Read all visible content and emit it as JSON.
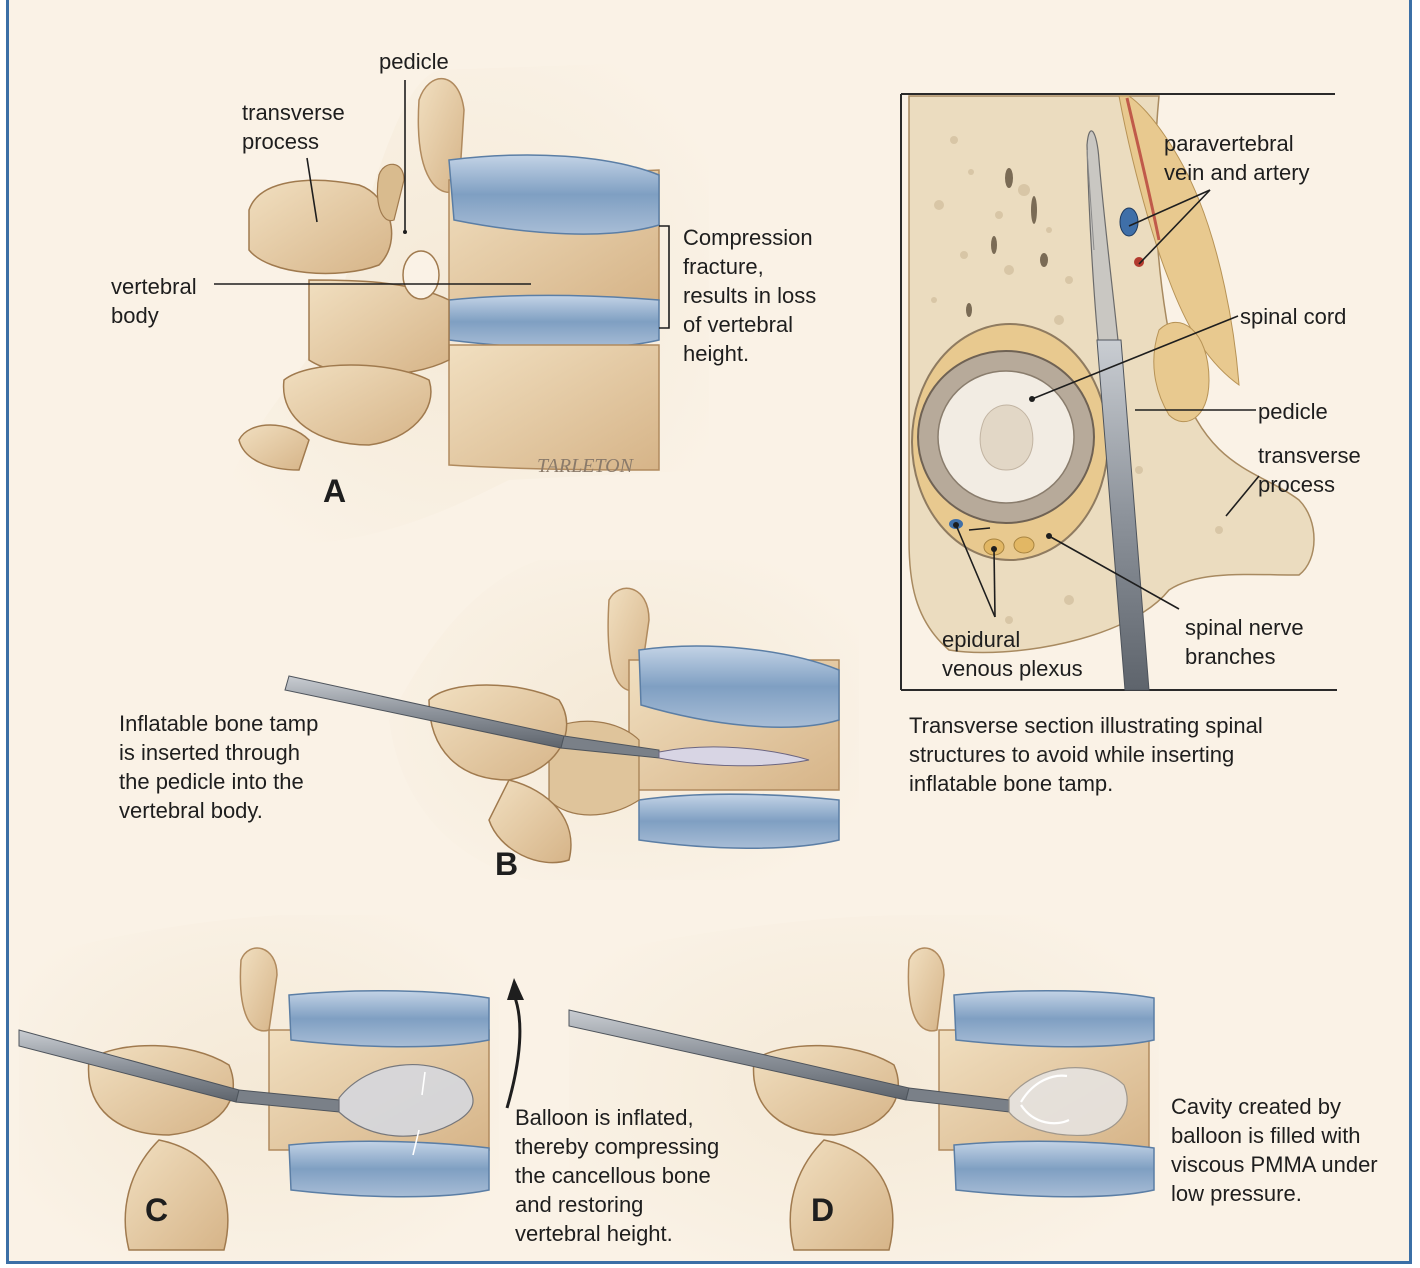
{
  "panels": {
    "a": {
      "letter": "A",
      "labels": {
        "pedicle": "pedicle",
        "transverse_process": "transverse\nprocess",
        "vertebral_body": "vertebral\nbody",
        "compression_fracture": "Compression\nfracture,\nresults in loss\nof vertebral\nheight."
      },
      "signature": "TARLETON"
    },
    "b": {
      "letter": "B",
      "caption": "Inflatable bone tamp\nis inserted through\nthe pedicle into the\nvertebral body."
    },
    "c": {
      "letter": "C",
      "caption": "Balloon is inflated,\nthereby compressing\nthe cancellous bone\nand restoring\nvertebral height."
    },
    "d": {
      "letter": "D",
      "caption": "Cavity created by\nballoon is filled with\nviscous PMMA under\nlow pressure."
    },
    "inset": {
      "labels": {
        "paravertebral": "paravertebral\nvein and artery",
        "spinal_cord": "spinal cord",
        "pedicle": "pedicle",
        "transverse_process": "transverse\nprocess",
        "epidural": "epidural\nvenous plexus",
        "spinal_nerve": "spinal nerve\nbranches"
      },
      "caption": "Transverse section illustrating spinal\nstructures to avoid while inserting\ninflatable bone tamp."
    }
  },
  "colors": {
    "border": "#3b6fa6",
    "background": "#faf2e6",
    "bone": "#e7cfa8",
    "disc": "#8aa6c4"
  }
}
